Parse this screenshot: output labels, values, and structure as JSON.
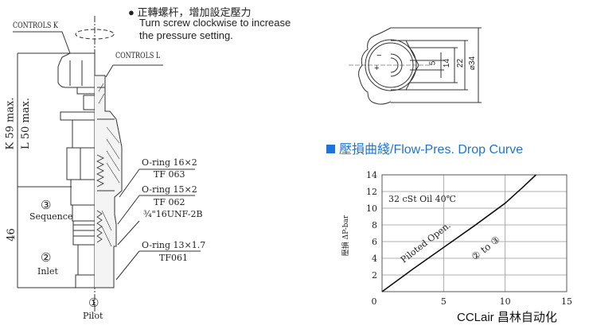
{
  "note": {
    "zh": "正轉螺杆，增加設定壓力",
    "en_line1": "Turn screw clockwise to increase",
    "en_line2": "the pressure setting."
  },
  "labels": {
    "controls_k": "CONTROLS K",
    "controls_l": "CONTROLS L",
    "dim_k": "K 59 max.",
    "dim_l": "L 50 max.",
    "dim_46": "46",
    "port3_num": "③",
    "port3_name": "Sequence",
    "port2_num": "②",
    "port2_name": "Inlet",
    "port1_num": "①",
    "port1_name": "Pilot",
    "oring1": "O-ring 16×2",
    "oring1_code": "TF 063",
    "oring2": "O-ring 15×2",
    "oring2_code": "TF 062",
    "thread": "¾\"16UNF-2B",
    "oring3": "O-ring 13×1.7",
    "oring3_code": "TF061"
  },
  "top_view": {
    "dims": [
      "5",
      "14",
      "22",
      "⌀34"
    ],
    "plus": "+",
    "minus": "−"
  },
  "chart_title": "壓損曲綫/Flow-Pres. Drop Curve",
  "accent_color": "#1e73d6",
  "watermark": "CCLair 昌林自动化",
  "chart_data": {
    "type": "line",
    "title": "壓損曲綫/Flow-Pres. Drop Curve",
    "xlabel": "",
    "ylabel": "壓損 ΔP-bar",
    "xlim": [
      0,
      15
    ],
    "ylim": [
      0,
      14
    ],
    "x_ticks": [
      "0",
      "5",
      "10",
      "15"
    ],
    "y_ticks": [
      "2",
      "4",
      "6",
      "8",
      "10",
      "12",
      "14"
    ],
    "grid": true,
    "annotation_oil": "32 cSt Oil 40℃",
    "annotation_curve": "Piloted Open.",
    "annotation_path": "② to ③",
    "series": [
      {
        "name": "Piloted Open ② to ③",
        "x": [
          0,
          2.5,
          5,
          7.5,
          10,
          11.5,
          12.5
        ],
        "y": [
          0,
          2.7,
          5.3,
          7.9,
          10.6,
          12.6,
          14
        ]
      }
    ]
  }
}
